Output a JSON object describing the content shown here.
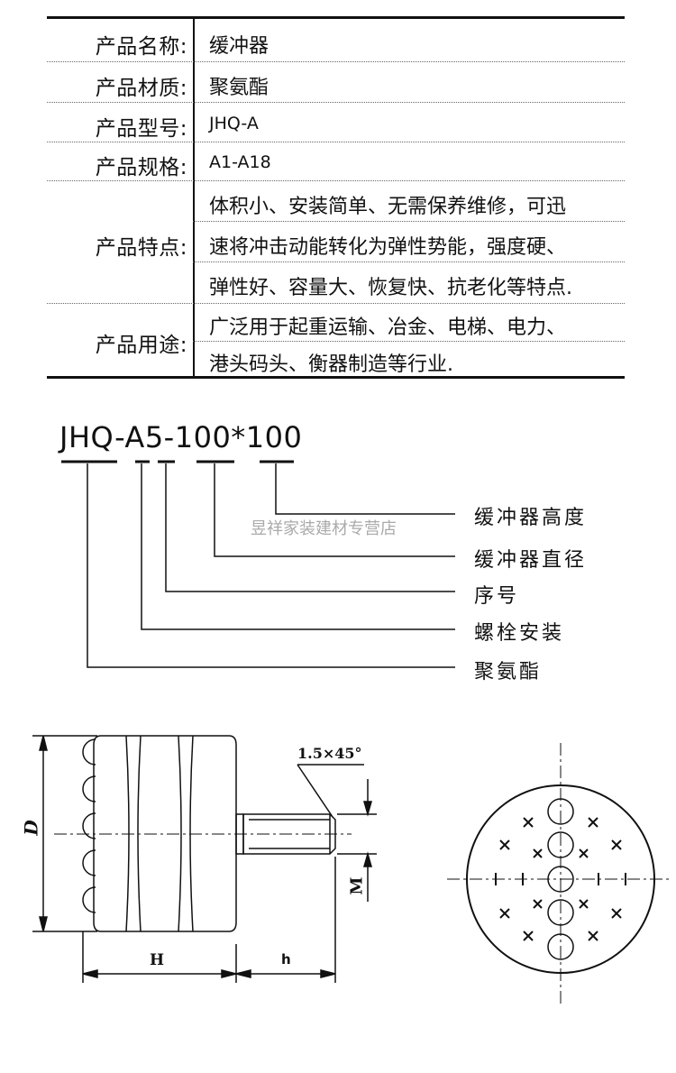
{
  "spec_table": {
    "rows": [
      {
        "label": "产品名称:",
        "value": "缓冲器"
      },
      {
        "label": "产品材质:",
        "value": "聚氨酯"
      },
      {
        "label": "产品型号:",
        "value": "JHQ-A"
      },
      {
        "label": "产品规格:",
        "value": "A1-A18"
      },
      {
        "label": "产品特点:",
        "lines": [
          "体积小、安装简单、无需保养维修，可迅",
          "速将冲击动能转化为弹性势能，强度硬、",
          "弹性好、容量大、恢复快、抗老化等特点."
        ]
      },
      {
        "label": "产品用途:",
        "lines": [
          "广泛用于起重运输、冶金、电梯、电力、",
          "港头码头、衡器制造等行业."
        ]
      }
    ]
  },
  "model_code": {
    "code": "JHQ-A5-100*100",
    "legend": [
      "缓冲器高度",
      "缓冲器直径",
      "序号",
      "螺栓安装",
      "聚氨酯"
    ],
    "watermark": "昱祥家装建材专营店"
  },
  "drawing": {
    "chamfer_label": "1.5×45°",
    "dim_D": "D",
    "dim_M": "M",
    "dim_H": "H",
    "dim_h": "h"
  }
}
